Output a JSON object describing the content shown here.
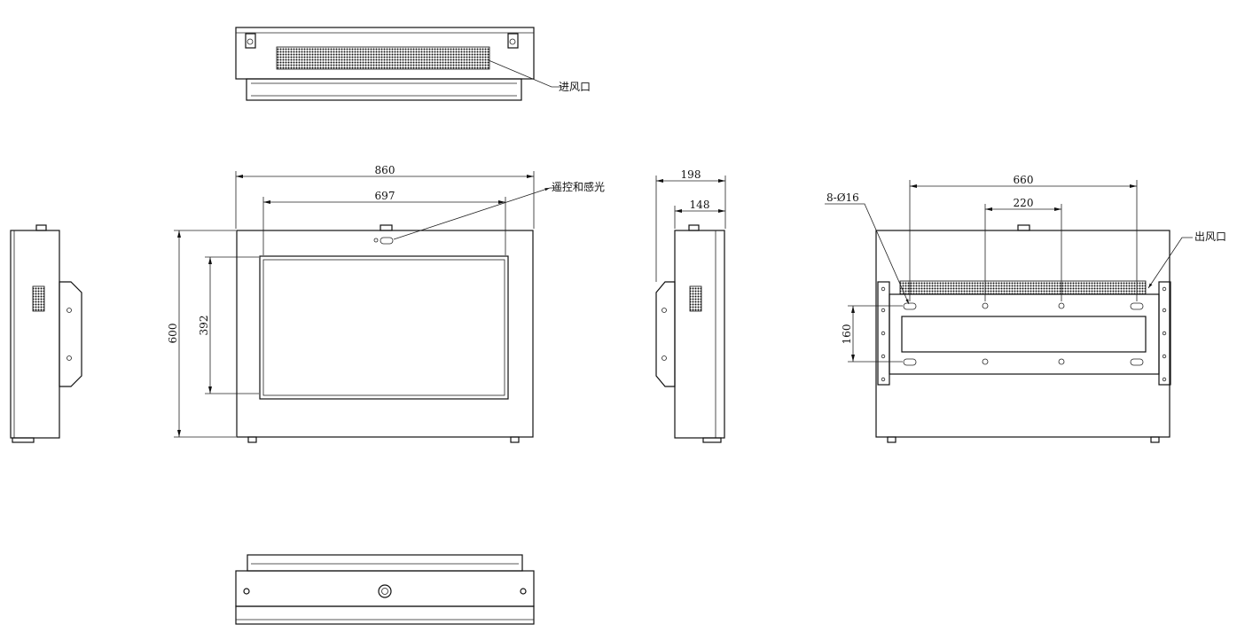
{
  "labels": {
    "air_inlet": "进风口",
    "air_outlet": "出风口",
    "remote_light_sensor": "遥控和感光",
    "holes": "8-Ø16"
  },
  "dimensions": {
    "overall_width": "860",
    "screen_width": "697",
    "overall_height": "600",
    "screen_height": "392",
    "depth_total": "198",
    "depth_body": "148",
    "mount_width": "660",
    "hole_spacing": "220",
    "mount_height": "160"
  }
}
